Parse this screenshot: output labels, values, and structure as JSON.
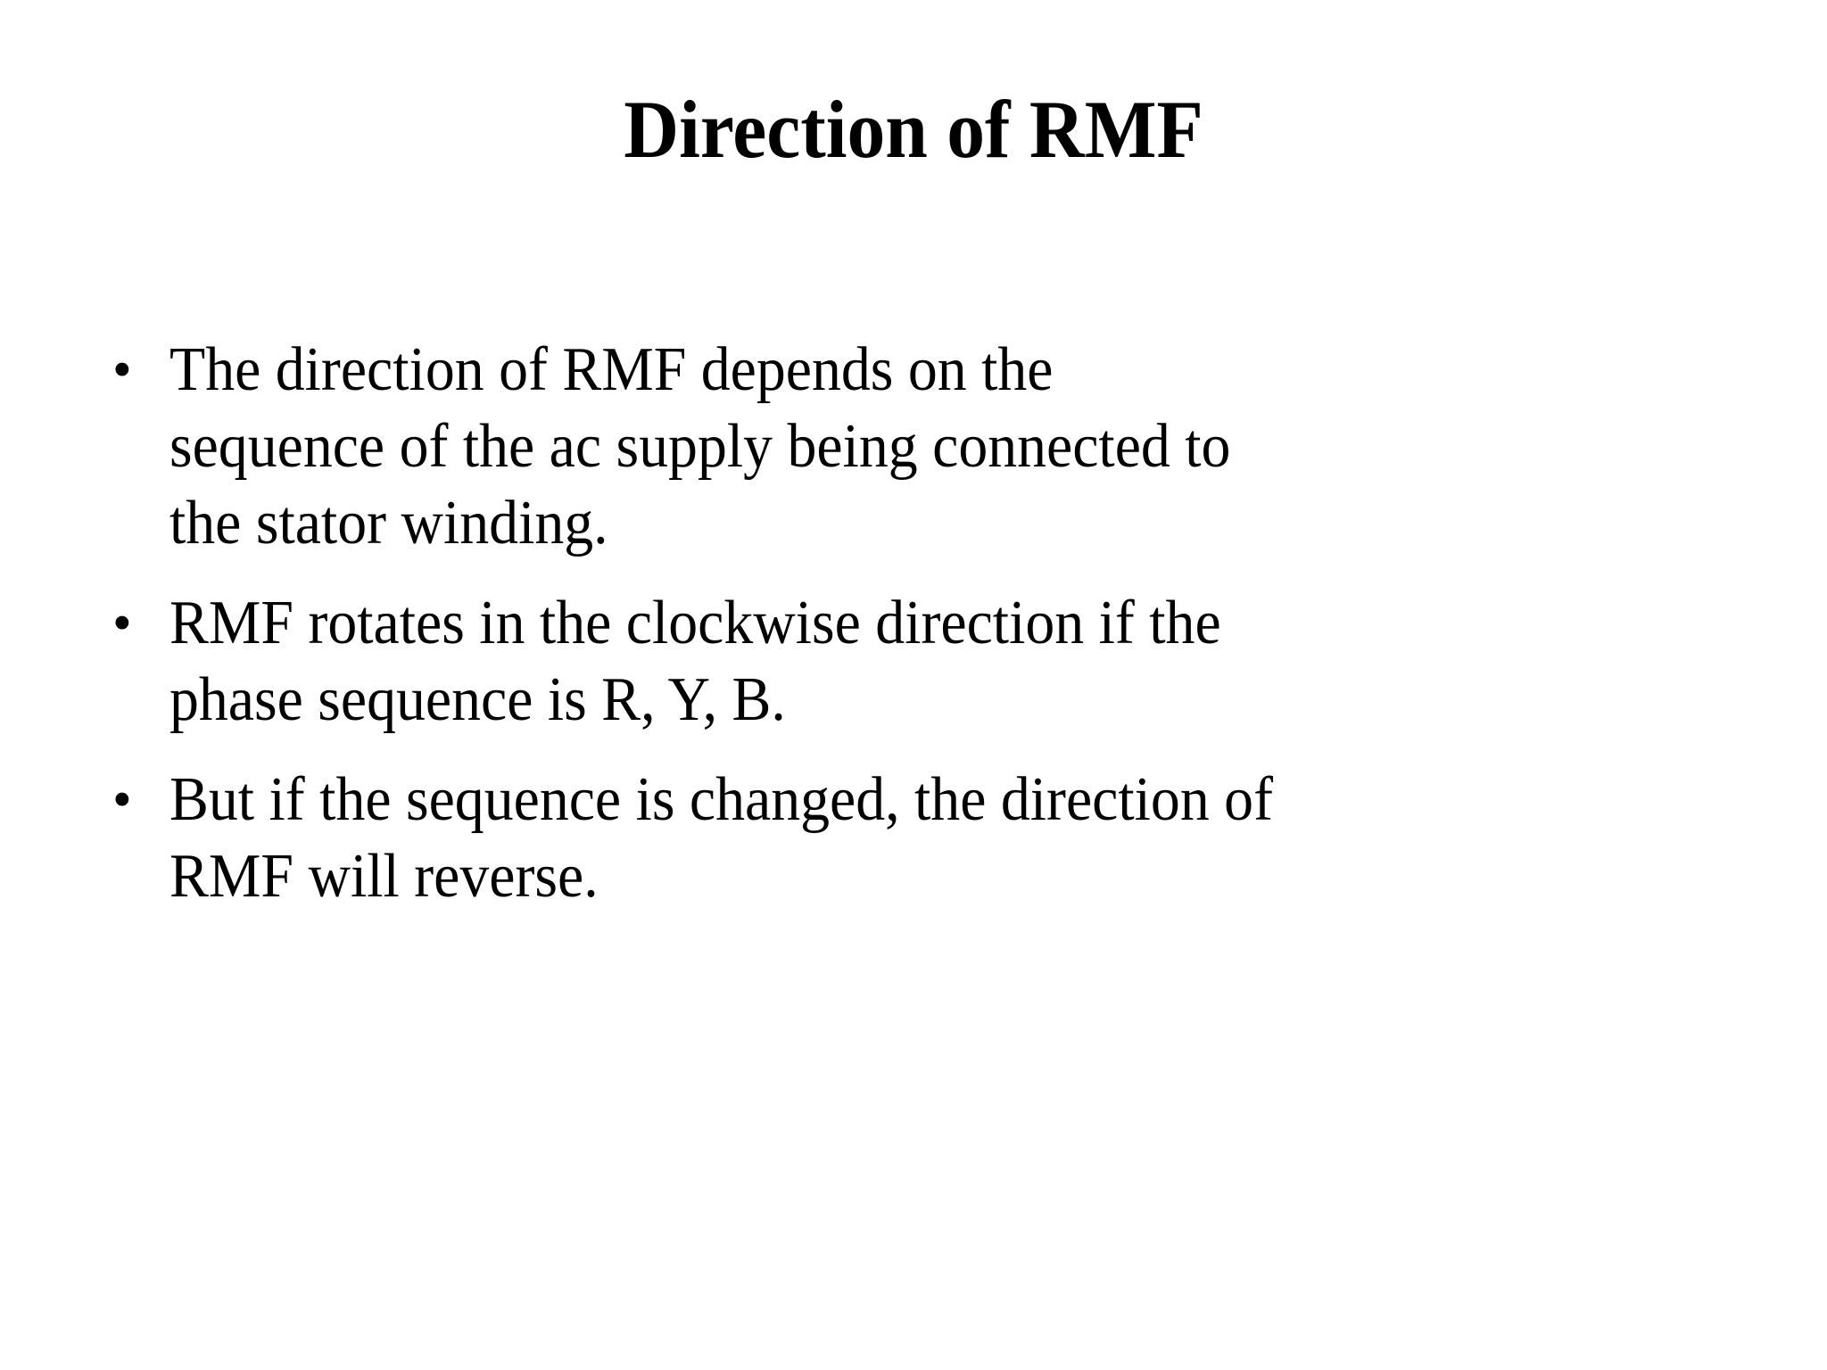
{
  "slide": {
    "title": "Direction of RMF",
    "bullet_marker": "•",
    "bullets": [
      {
        "lines": [
          "The direction of RMF depends on the",
          "sequence of the ac supply being connected to",
          "the stator winding."
        ]
      },
      {
        "lines": [
          "RMF rotates in the clockwise direction if the",
          "phase sequence is R, Y, B."
        ]
      },
      {
        "lines": [
          "But if the sequence is changed, the direction of",
          "RMF will reverse."
        ]
      }
    ]
  },
  "colors": {
    "background": "#ffffff",
    "text": "#000000"
  }
}
